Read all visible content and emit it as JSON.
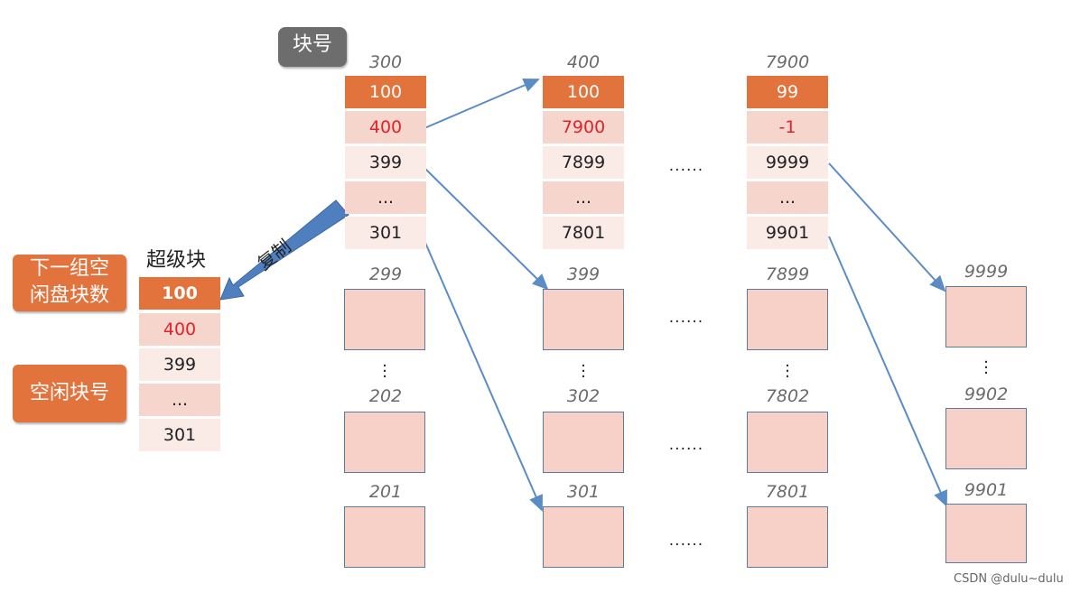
{
  "tags": {
    "block_number_callout": "块号",
    "copy_label": "复制",
    "superblock_title": "超级块",
    "next_group_callout": "下一组空\n闲盘块数",
    "free_block_callout": "空闲块号"
  },
  "superblock": {
    "cells": [
      "100",
      "400",
      "399",
      "...",
      "301"
    ]
  },
  "group_300": {
    "header": "300",
    "cells": [
      "100",
      "400",
      "399",
      "...",
      "301"
    ],
    "blocks": [
      "299",
      "202",
      "201"
    ]
  },
  "group_400": {
    "header": "400",
    "cells": [
      "100",
      "7900",
      "7899",
      "...",
      "7801"
    ],
    "blocks": [
      "399",
      "302",
      "301"
    ]
  },
  "group_7900": {
    "header": "7900",
    "cells": [
      "99",
      "-1",
      "9999",
      "...",
      "9901"
    ],
    "blocks": [
      "7899",
      "7802",
      "7801"
    ]
  },
  "group_9999": {
    "blocks": [
      "9999",
      "9902",
      "9901"
    ]
  },
  "ellipsis": "......",
  "watermark": "CSDN @dulu~dulu"
}
